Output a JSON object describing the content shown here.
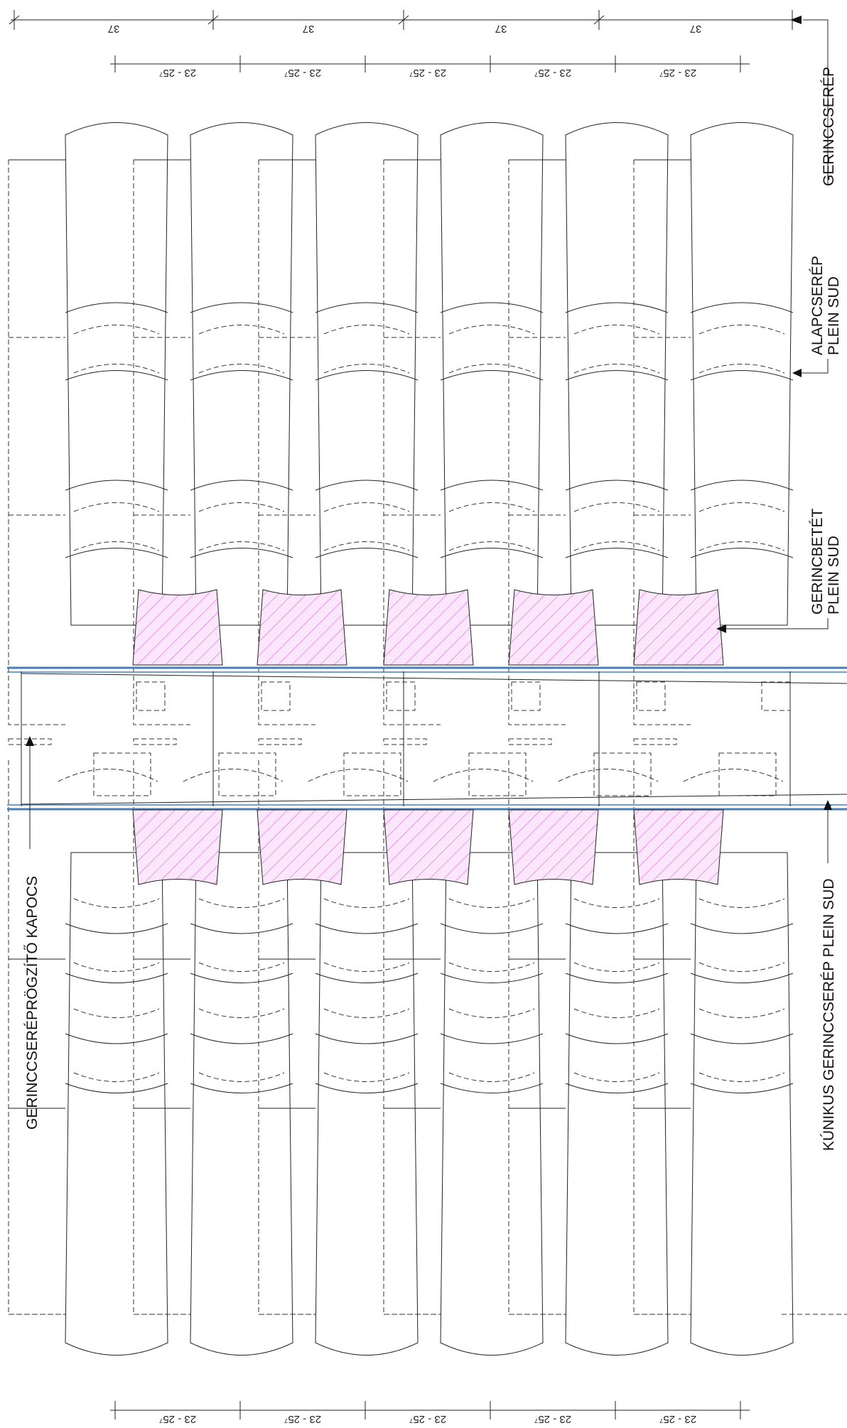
{
  "dimensions": {
    "top_large": [
      "37",
      "37",
      "37",
      "37"
    ],
    "top_small": [
      "23 - 25⁷",
      "23 - 25⁷",
      "23 - 25⁷",
      "23 - 25⁷",
      "23 - 25⁷"
    ],
    "bottom_small": [
      "23 - 25⁷",
      "23 - 25⁷",
      "23 - 25⁷",
      "23 - 25⁷",
      "23 - 25⁷"
    ]
  },
  "labels": {
    "gerinccserep": "GERINCCSERÉP",
    "alapcserep_1": "ALAPCSERÉP",
    "alapcserep_2": "PLEIN SUD",
    "gerincbetet_1": "GERINCBETÉT",
    "gerincbetet_2": "PLEIN SUD",
    "konikus": "KÚNIKUS GERINCCSERÉP PLEIN SUD",
    "rogzito": "GERINCCSERÉPRÖGZÍTŐ KAPOCS"
  },
  "colors": {
    "line": "#222222",
    "ridge_blue": "#4a7fb5",
    "hatch_magenta": "#e060e0",
    "hatch_fill": "#fbe6fb"
  }
}
